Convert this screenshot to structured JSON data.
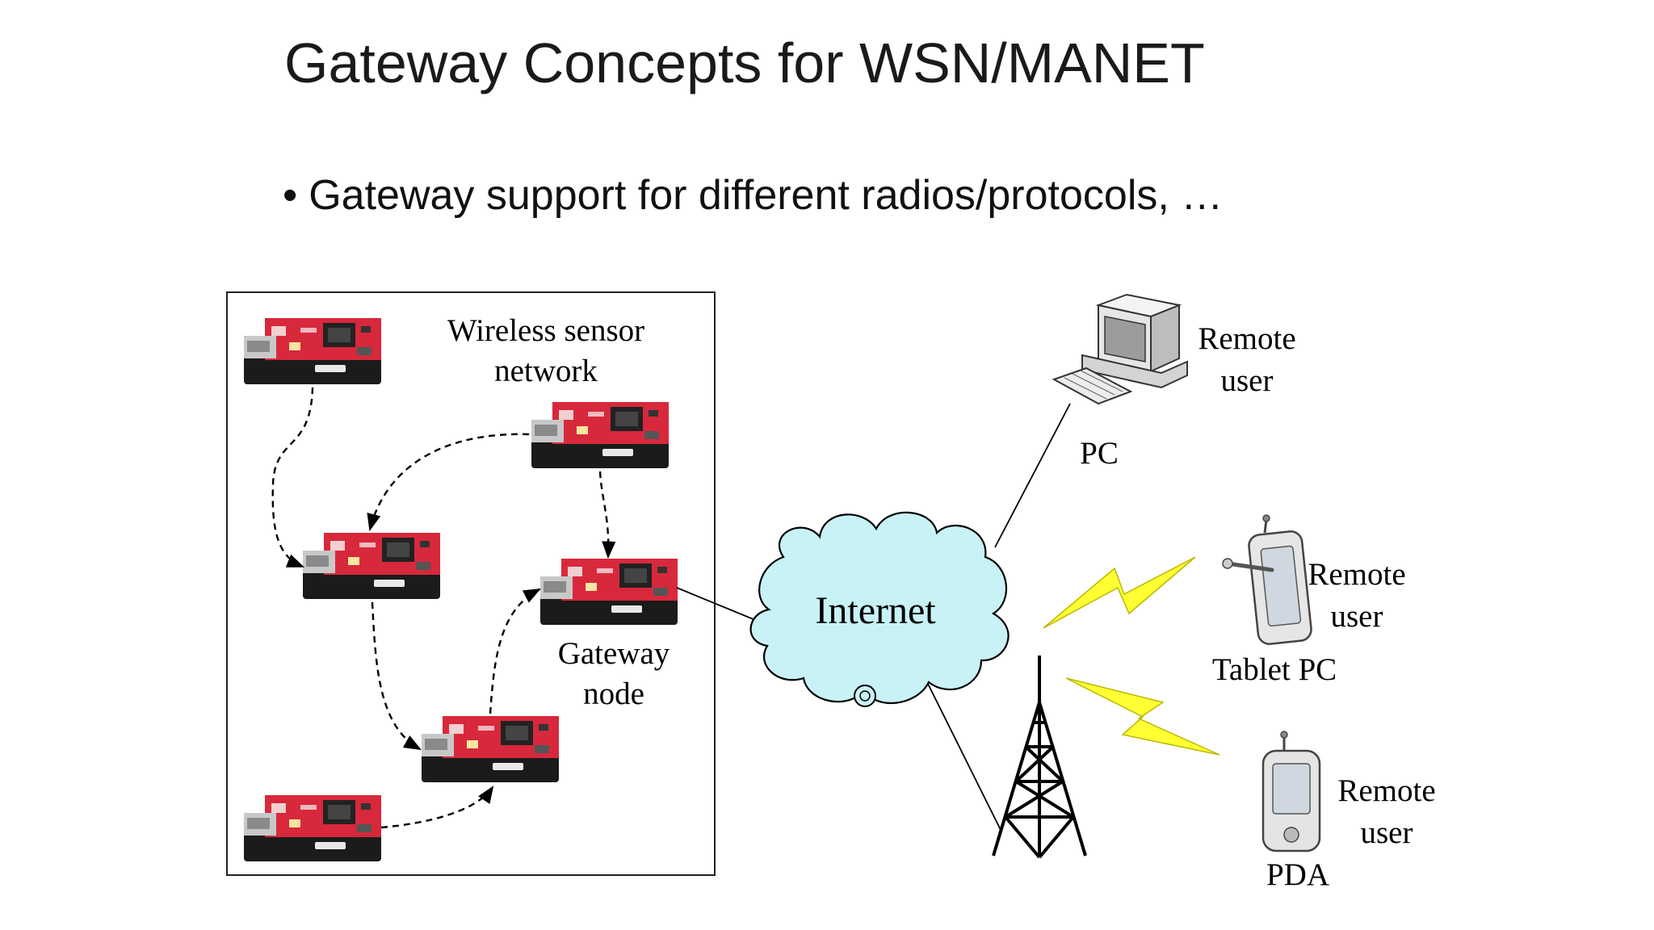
{
  "slide": {
    "title": "Gateway Concepts for WSN/MANET",
    "bullet_marker": "•",
    "bullet_text": "Gateway support for different radios/protocols, …"
  },
  "diagram": {
    "wsn_label_line1": "Wireless sensor",
    "wsn_label_line2": "network",
    "gateway_label_line1": "Gateway",
    "gateway_label_line2": "node",
    "internet_label": "Internet",
    "pc_label": "PC",
    "pc_user_line1": "Remote",
    "pc_user_line2": "user",
    "tablet_label": "Tablet PC",
    "tablet_user_line1": "Remote",
    "tablet_user_line2": "user",
    "pda_label": "PDA",
    "pda_user_line1": "Remote",
    "pda_user_line2": "user"
  },
  "colors": {
    "board_red": "#d8283c",
    "board_black": "#1b1b1b",
    "usb_silver": "#c8c8c8",
    "cloud_fill": "#c8f2f6",
    "lightning_fill": "#ffff33"
  }
}
